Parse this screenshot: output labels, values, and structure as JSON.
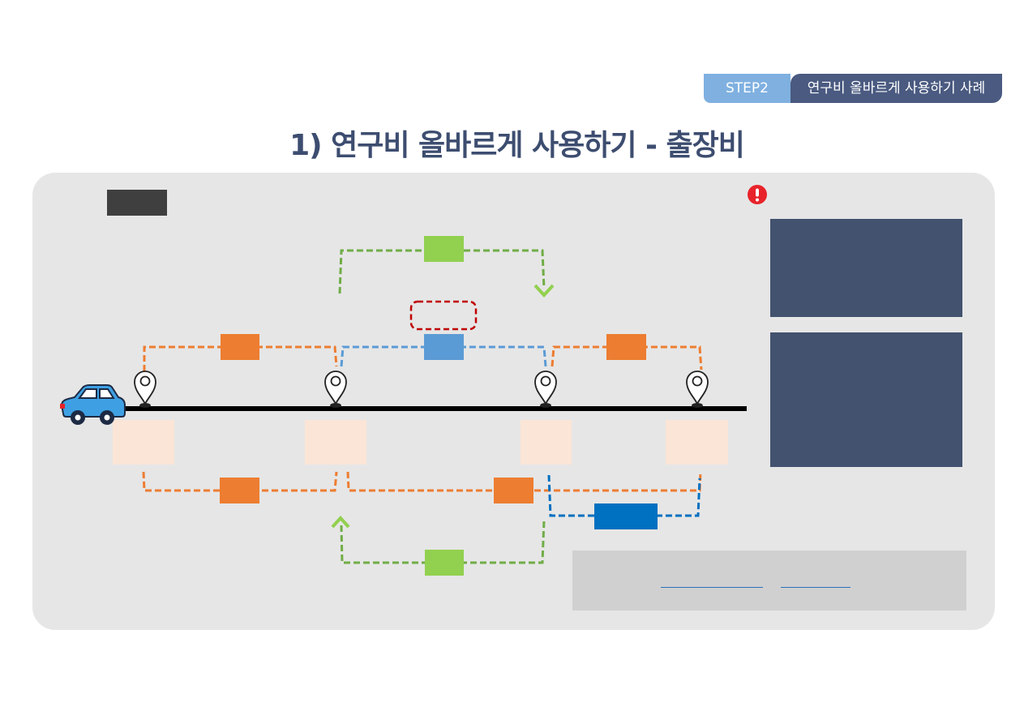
{
  "header": {
    "step": "STEP2",
    "section": "연구비 올바르게 사용하기 사례"
  },
  "title": "1) 연구비 올바르게 사용하기 - 출장비",
  "colors": {
    "step_tag": "#7fb0e0",
    "step_label": "#4a5a80",
    "title": "#3d4d70",
    "panel": "#e6e6e6",
    "orange": "#ed7d31",
    "green": "#92d050",
    "light_blue": "#5b9bd5",
    "dark_blue": "#0070c0",
    "dark_red": "#c00000",
    "navy_box": "#42526f",
    "peach": "#fbe5d6",
    "warning": "#e8232a"
  },
  "icons": [
    "car-icon",
    "location-pin-icon",
    "warning-icon"
  ]
}
